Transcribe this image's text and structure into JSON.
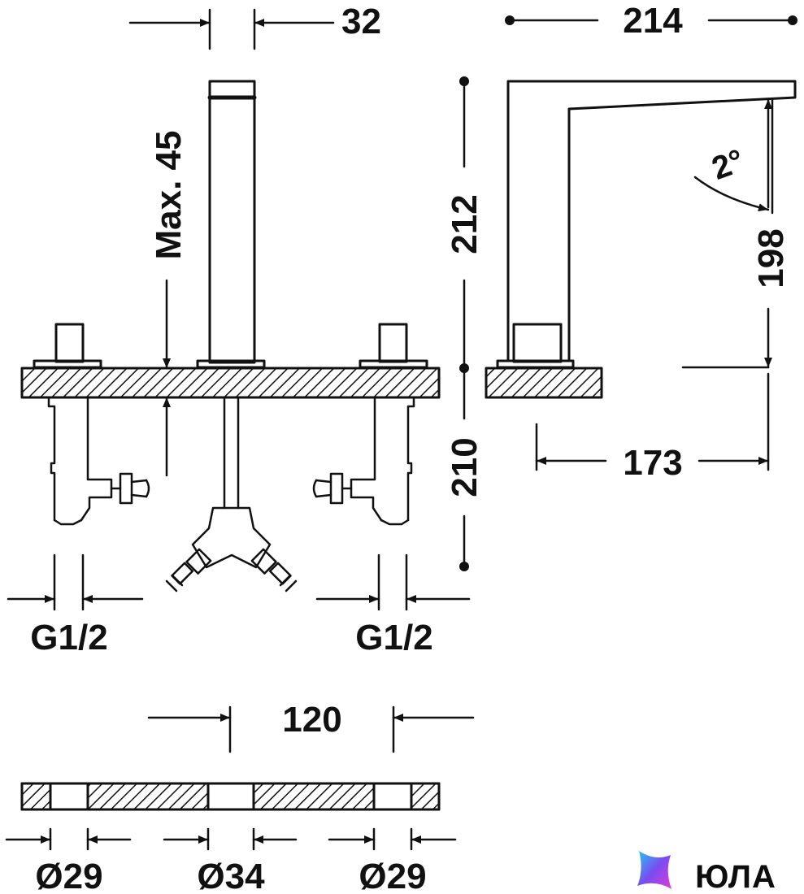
{
  "dimensions": {
    "spout_width": "32",
    "max_deck": "Max. 45",
    "total_height": "212",
    "under_deck": "210",
    "depth": "214",
    "spout_height": "198",
    "angle": "2°",
    "reach": "173",
    "handle_spacing": "120",
    "thread_left": "G1/2",
    "thread_right": "G1/2",
    "hole_left": "Ø29",
    "hole_center": "Ø34",
    "hole_right": "Ø29"
  },
  "brand": {
    "name": "ЮЛА",
    "logo_icon": "sparkle-star-icon",
    "colors": {
      "start": "#27c6f5",
      "mid": "#7a4cf0",
      "end": "#e13bd6"
    }
  },
  "colors": {
    "line": "#111111",
    "background": "#ffffff"
  }
}
